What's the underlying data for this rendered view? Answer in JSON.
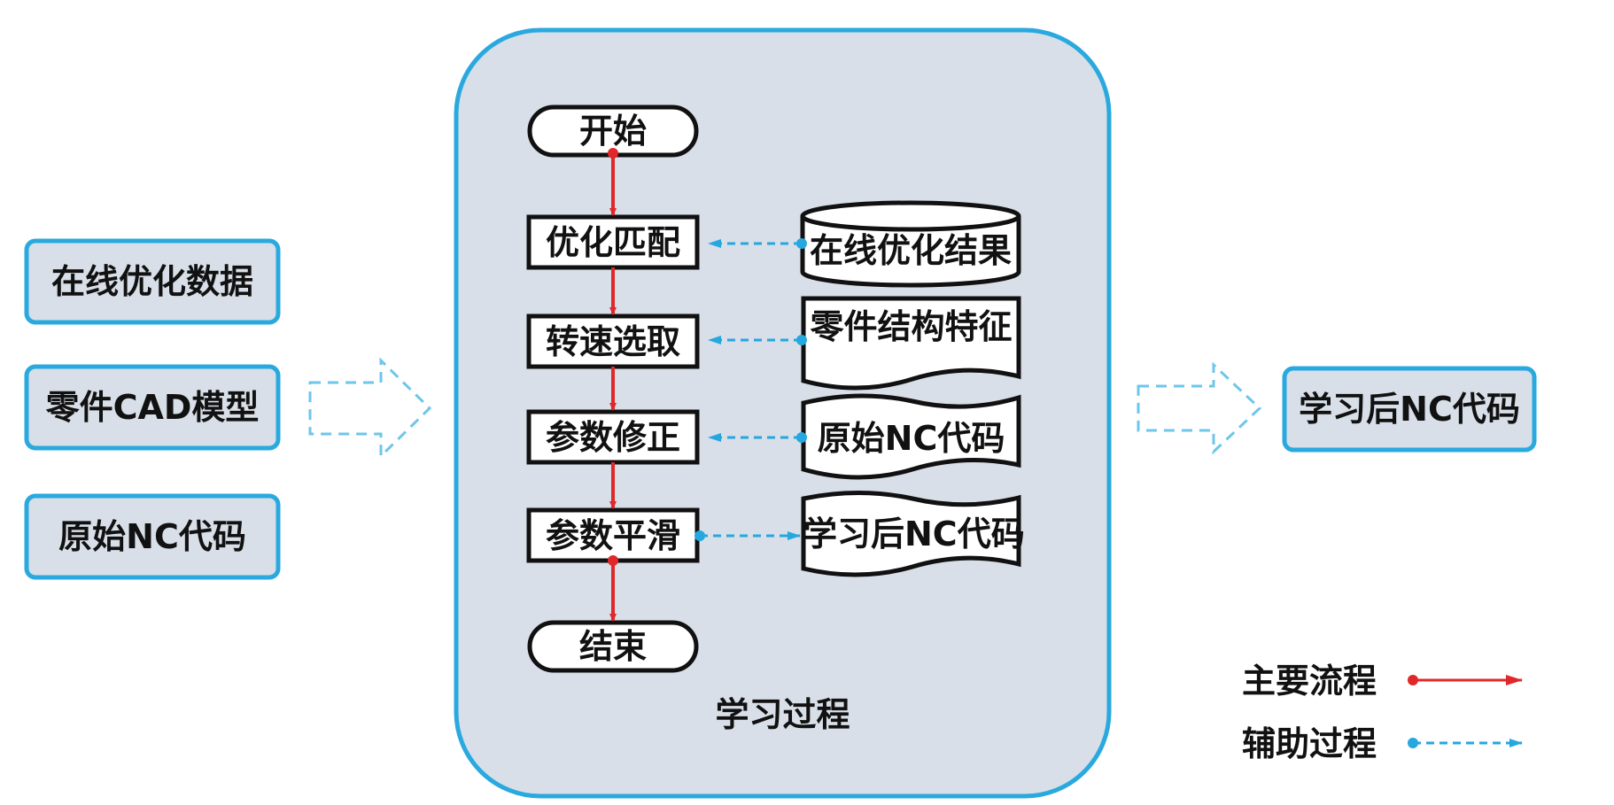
{
  "inputs": [
    "在线优化数据",
    "零件CAD模型",
    "原始NC代码"
  ],
  "output": "学习后NC代码",
  "process": {
    "title": "学习过程",
    "start": "开始",
    "end": "结束",
    "steps": [
      "优化匹配",
      "转速选取",
      "参数修正",
      "参数平滑"
    ],
    "stores": [
      "在线优化结果",
      "零件结构特征",
      "原始NC代码",
      "学习后NC代码"
    ]
  },
  "legend": {
    "main_label": "主要流程",
    "aux_label": "辅助过程"
  },
  "colors": {
    "panel_fill": "#d8dfe8",
    "panel_border": "#2aa9df",
    "main_arrow": "#e0282a",
    "aux_arrow": "#25a7df"
  }
}
